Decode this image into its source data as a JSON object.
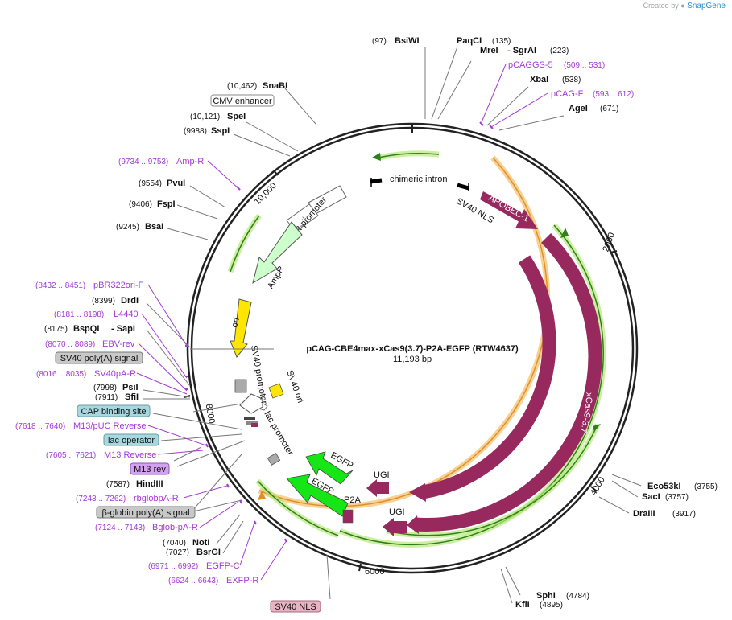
{
  "credit": {
    "prefix": "Created by",
    "brand": "SnapGene"
  },
  "plasmid": {
    "name": "pCAG-CBE4max-xCas9(3.7)-P2A-EGFP (RTW4637)",
    "size": "11,193 bp"
  },
  "ticks": [
    "2000",
    "4000",
    "6000",
    "8000",
    "10,000"
  ],
  "sites": [
    {
      "pos": "(97)",
      "name": "BsiWI"
    },
    {
      "pos": "(135)",
      "name": "PaqCI"
    },
    {
      "pos": "(223)",
      "name": "MreI",
      "name2": "- SgrAI"
    },
    {
      "pos": "(538)",
      "name": "XbaI"
    },
    {
      "pos": "(671)",
      "name": "AgeI"
    },
    {
      "pos": "(3755)",
      "name": "Eco53kI"
    },
    {
      "pos": "(3757)",
      "name": "SacI"
    },
    {
      "pos": "(3917)",
      "name": "DraIII"
    },
    {
      "pos": "(4784)",
      "name": "SphI"
    },
    {
      "pos": "(4895)",
      "name": "KflI"
    },
    {
      "pos": "(10,462)",
      "name": "SnaBI"
    },
    {
      "pos": "(10,121)",
      "name": "SpeI"
    },
    {
      "pos": "(9988)",
      "name": "SspI"
    },
    {
      "pos": "(9554)",
      "name": "PvuI"
    },
    {
      "pos": "(9406)",
      "name": "FspI"
    },
    {
      "pos": "(9245)",
      "name": "BsaI"
    },
    {
      "pos": "(8399)",
      "name": "DrdI"
    },
    {
      "pos": "(8175)",
      "name": "BspQI",
      "name2": "- SapI"
    },
    {
      "pos": "(7998)",
      "name": "PsiI"
    },
    {
      "pos": "(7911)",
      "name": "SfiI"
    },
    {
      "pos": "(7587)",
      "name": "HindIII"
    },
    {
      "pos": "(7040)",
      "name": "NotI"
    },
    {
      "pos": "(7027)",
      "name": "BsrGI"
    }
  ],
  "primers": [
    {
      "name": "pCAGGS-5",
      "range": "(509 .. 531)"
    },
    {
      "name": "pCAG-F",
      "range": "(593 .. 612)"
    },
    {
      "name": "Amp-R",
      "range": "(9734 .. 9753)"
    },
    {
      "name": "pBR322ori-F",
      "range": "(8432 .. 8451)"
    },
    {
      "name": "L4440",
      "range": "(8181 .. 8198)"
    },
    {
      "name": "EBV-rev",
      "range": "(8070 .. 8089)"
    },
    {
      "name": "SV40pA-R",
      "range": "(8016 .. 8035)"
    },
    {
      "name": "M13/pUC Reverse",
      "range": "(7618 .. 7640)"
    },
    {
      "name": "M13 Reverse",
      "range": "(7605 .. 7621)"
    },
    {
      "name": "rbglobpA-R",
      "range": "(7243 .. 7262)"
    },
    {
      "name": "Bglob-pA-R",
      "range": "(7124 .. 7143)"
    },
    {
      "name": "EGFP-C",
      "range": "(6971 .. 6992)"
    },
    {
      "name": "EXFP-R",
      "range": "(6624 .. 6643)"
    }
  ],
  "boxed_labels": [
    {
      "text": "CMV enhancer"
    },
    {
      "text": "SV40 poly(A) signal"
    },
    {
      "text": "CAP binding site"
    },
    {
      "text": "lac operator"
    },
    {
      "text": "M13 rev"
    },
    {
      "text": "β-globin poly(A) signal"
    },
    {
      "text": "SV40 NLS"
    }
  ],
  "features": {
    "chimeric_intron": "chimeric intron",
    "sv40_nls": "SV40 NLS",
    "apobec": "APOBEC-1",
    "cas9": "Cas9",
    "xcas9": "xCas9-3.7",
    "ugi1": "UGI",
    "ugi2": "UGI",
    "p2a": "P2A",
    "egfp1": "EGFP",
    "egfp2": "EGFP",
    "lac_promoter": "lac promoter",
    "sv40_ori": "SV40 ori",
    "sv40_promoter": "SV40 promoter",
    "ori": "ori",
    "ampr": "AmpR",
    "ampr_promoter": "AmpR promoter"
  },
  "colors": {
    "cds": "#97295f",
    "egfp": "#16e616",
    "ori": "#ffe600",
    "ampr": "#ccffcc",
    "orange_halo": "#f3ab3b",
    "green_halo": "#b7e87a",
    "primer": "#a43ad6",
    "cyan_box": "#a7d8e0",
    "pink_box": "#e7b4c4",
    "violet_box": "#d4a0f0",
    "grey_box": "#c8c8c8"
  }
}
